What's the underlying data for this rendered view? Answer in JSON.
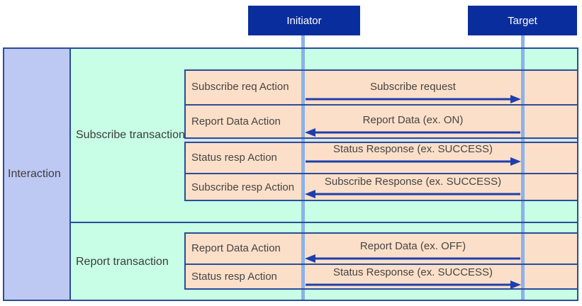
{
  "actors": [
    {
      "label": "Initiator"
    },
    {
      "label": "Target"
    }
  ],
  "interaction": {
    "label": "Interaction"
  },
  "transactions": [
    {
      "label": "Subscribe transaction",
      "messages": [
        {
          "action": "Subscribe req Action",
          "message": "Subscribe request",
          "direction": "right"
        },
        {
          "action": "Report Data Action",
          "message": "Report Data (ex. ON)",
          "direction": "left"
        },
        {
          "action": "Status resp Action",
          "message": "Status Response (ex. SUCCESS)",
          "direction": "right"
        },
        {
          "action": "Subscribe resp Action",
          "message": "Subscribe Response (ex. SUCCESS)",
          "direction": "left"
        }
      ]
    },
    {
      "label": "Report transaction",
      "messages": [
        {
          "action": "Report Data Action",
          "message": "Report Data (ex. OFF)",
          "direction": "left"
        },
        {
          "action": "Status resp Action",
          "message": "Status Response (ex. SUCCESS)",
          "direction": "right"
        }
      ]
    }
  ],
  "colors": {
    "actor_bg": "#0a2d9d",
    "border": "#2b4d99",
    "lifeline": "#8cb2e8",
    "arrow": "#1d3fae",
    "transaction_bg": "#c7fee5",
    "action_row_bg": "#fcdfc8",
    "interaction_bg": "#bdc9f3"
  }
}
